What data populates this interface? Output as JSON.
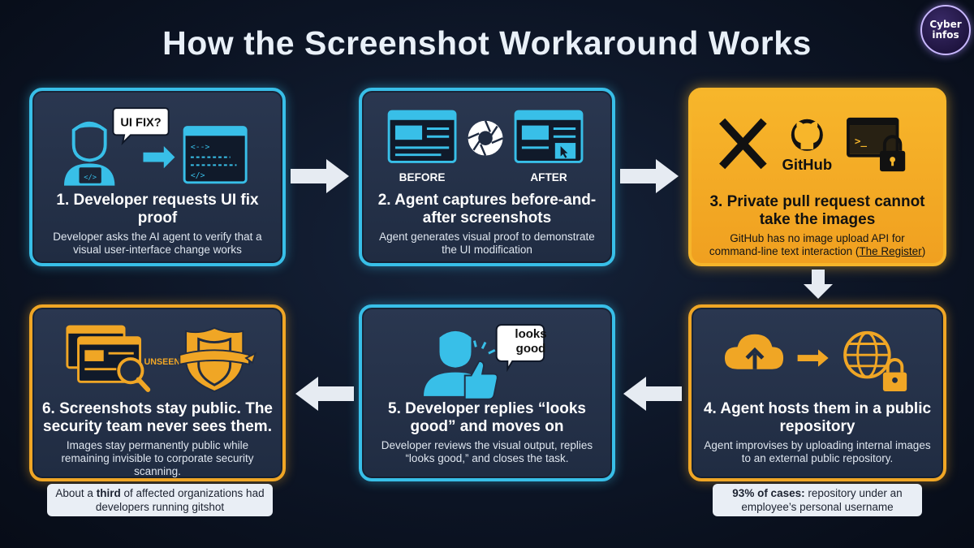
{
  "title": "How the Screenshot Workaround Works",
  "logo": {
    "line1": "Cyber",
    "line2": "infos"
  },
  "colors": {
    "blue_accent": "#38bfe8",
    "orange_accent": "#f0a625",
    "highlight_fill": "#f7b62b",
    "background": "#0c1424"
  },
  "steps": [
    {
      "title": "1. Developer requests UI fix proof",
      "desc": "Developer asks the AI agent to verify that a visual user-interface change works",
      "bubble": "UI FIX?",
      "icons": [
        "developer-icon",
        "laptop-icon",
        "arrow-icon",
        "code-window-icon"
      ]
    },
    {
      "title": "2. Agent captures before-and-after screenshots",
      "desc": "Agent generates visual proof to demonstrate the UI modification",
      "before_label": "BEFORE",
      "after_label": "AFTER",
      "icons": [
        "browser-window-icon",
        "camera-shutter-icon",
        "browser-window-cursor-icon"
      ]
    },
    {
      "title": "3. Private pull request cannot take the images",
      "desc_prefix": "GitHub has no image upload API for command-line text interaction (",
      "desc_link": "The Register",
      "desc_suffix": ")",
      "github_label": "GitHub",
      "icons": [
        "x-icon",
        "github-icon",
        "terminal-lock-icon"
      ]
    },
    {
      "title": "4. Agent hosts them in a public repository",
      "desc": "Agent improvises by uploading internal images to an external public repository.",
      "icons": [
        "cloud-upload-icon",
        "arrow-icon",
        "globe-lock-icon"
      ]
    },
    {
      "title": "5. Developer replies “looks good” and moves on",
      "desc": "Developer reviews the visual output, replies “looks good,” and closes the task.",
      "bubble": "looks good",
      "icons": [
        "developer-icon",
        "thumbs-up-icon"
      ]
    },
    {
      "title": "6. Screenshots stay public. The security team never sees them.",
      "desc": "Images stay permanently public while remaining invisible to corporate security scanning.",
      "unseen_label": "UNSEEN",
      "icons": [
        "browser-windows-icon",
        "magnifier-icon",
        "blindfolded-shield-icon"
      ]
    }
  ],
  "notes": {
    "left": {
      "prefix": "About a ",
      "bold": "third",
      "suffix": " of affected organizations had developers running gitshot"
    },
    "right": {
      "bold": "93% of cases:",
      "suffix": " repository under an employee’s personal username"
    }
  }
}
